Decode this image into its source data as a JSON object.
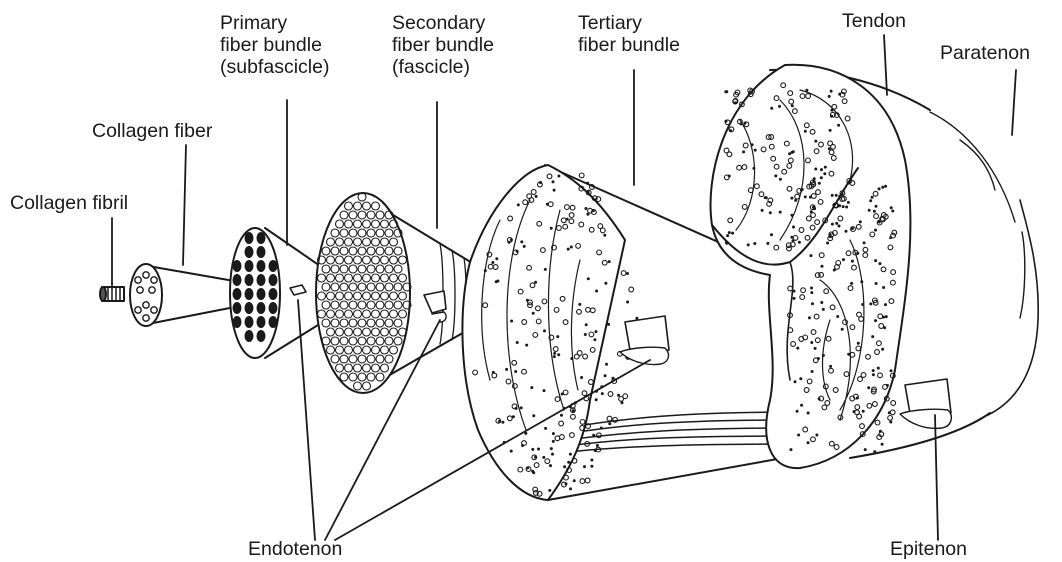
{
  "labels": {
    "collagen_fibril": "Collagen fibril",
    "collagen_fiber": "Collagen fiber",
    "primary": [
      "Primary",
      "fiber bundle",
      "(subfascicle)"
    ],
    "secondary": [
      "Secondary",
      "fiber bundle",
      "(fascicle)"
    ],
    "tertiary": [
      "Tertiary",
      "fiber bundle"
    ],
    "tendon": "Tendon",
    "paratenon": "Paratenon",
    "endotenon": "Endotenon",
    "epitenon": "Epitenon"
  },
  "colors": {
    "ink": "#1a1a1a",
    "background": "#ffffff"
  }
}
